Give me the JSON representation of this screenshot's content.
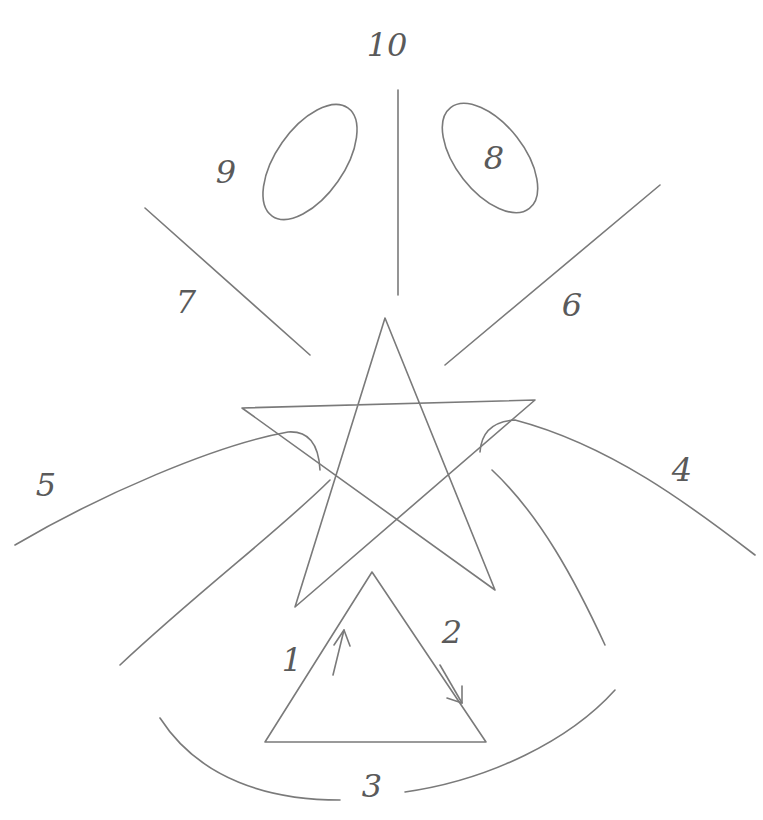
{
  "diagram": {
    "labels": [
      "10",
      "9",
      "8",
      "7",
      "6",
      "5",
      "4",
      "1",
      "2",
      "3"
    ]
  }
}
